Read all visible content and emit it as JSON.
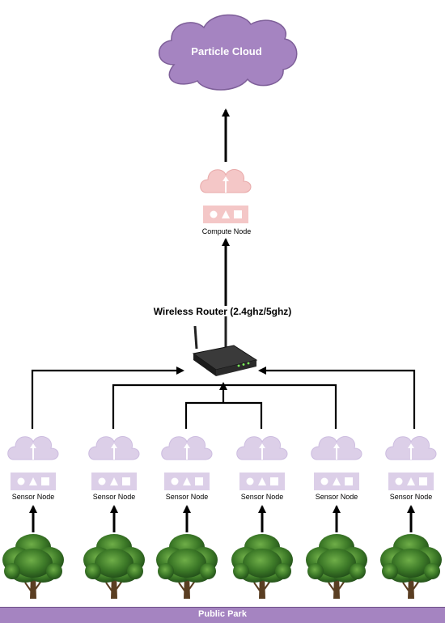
{
  "cloud": {
    "label": "Particle Cloud",
    "color": "#a584c1"
  },
  "router": {
    "label": "Wireless Router (2.4ghz/5ghz)"
  },
  "compute_node": {
    "label": "Compute Node",
    "color": "#f4c7c7"
  },
  "sensor_nodes": [
    {
      "label": "Sensor Node"
    },
    {
      "label": "Sensor Node"
    },
    {
      "label": "Sensor Node"
    },
    {
      "label": "Sensor Node"
    },
    {
      "label": "Sensor Node"
    },
    {
      "label": "Sensor Node"
    }
  ],
  "sensor_color": "#dccfe8",
  "tree_color": "#3d7a28",
  "park": {
    "label": "Public Park",
    "color": "#a584c1"
  }
}
